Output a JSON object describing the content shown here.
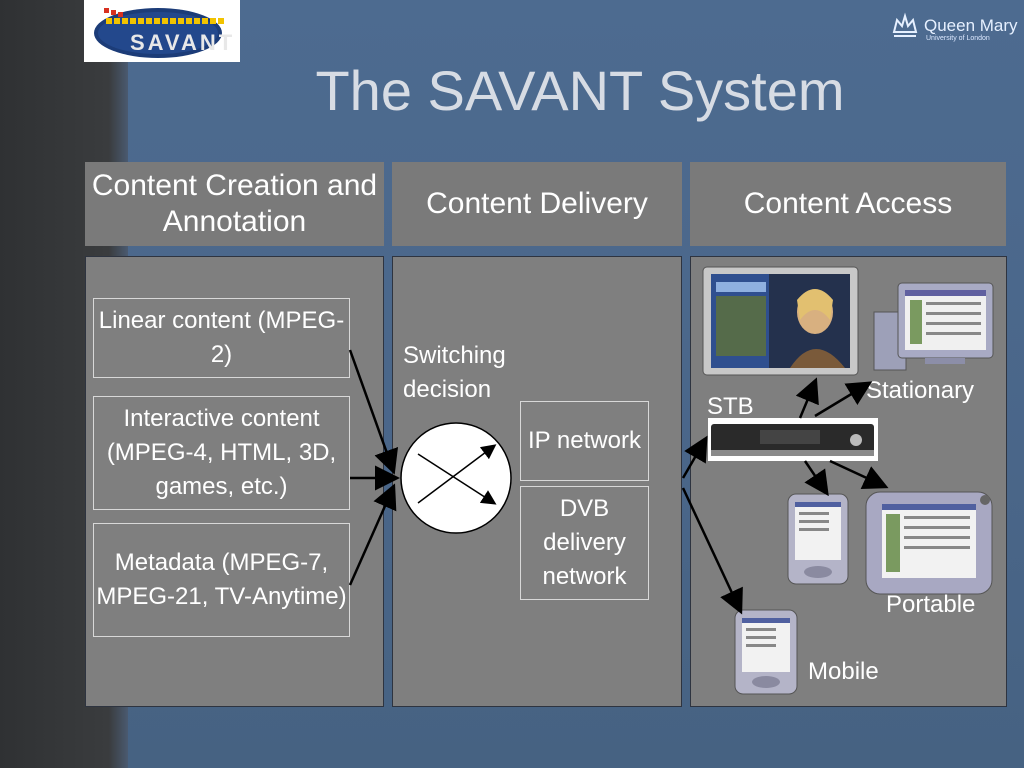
{
  "slide": {
    "title": "The SAVANT System"
  },
  "logos": {
    "savant": "SAVANT",
    "qm_name": "Queen Mary",
    "qm_sub": "University of London"
  },
  "columns": [
    {
      "header": "Content Creation and Annotation"
    },
    {
      "header": "Content Delivery"
    },
    {
      "header": "Content Access"
    }
  ],
  "creation": {
    "items": [
      "Linear content (MPEG-2)",
      "Interactive content (MPEG-4, HTML, 3D, games, etc.)",
      "Metadata (MPEG-7, MPEG-21, TV-Anytime)"
    ]
  },
  "delivery": {
    "switching_label": "Switching decision",
    "networks": [
      "IP network",
      "DVB delivery network"
    ]
  },
  "access": {
    "stb_label": "STB",
    "devices": [
      "Stationary",
      "Portable",
      "Mobile"
    ]
  },
  "colors": {
    "background": "#4a6689",
    "box_fill": "#7f7f7f",
    "text": "#ffffff"
  }
}
